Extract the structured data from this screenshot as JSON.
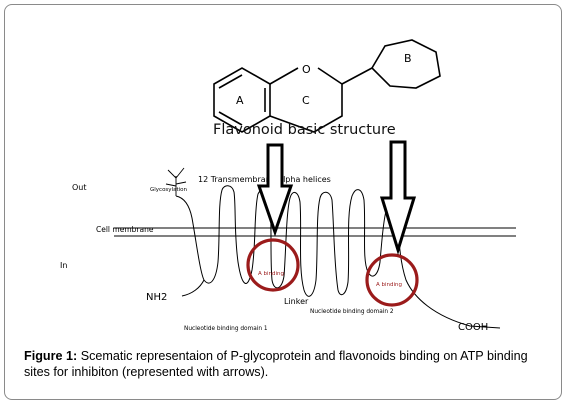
{
  "structure": {
    "title": "Flavonoid basic structure",
    "ring_a": "A",
    "ring_c": "C",
    "ring_b": "B",
    "oxygen": "O"
  },
  "membrane": {
    "out_label": "Out",
    "in_label": "In",
    "cell_membrane_label": "Cell membrane",
    "helices_label": "12 Transmembrane alpha helices",
    "glycosylation_label": "Glycosylation",
    "nh2_label": "NH2",
    "cooh_label": "COOH",
    "linker_label": "Linker",
    "nbd1_label": "Nucleotide binding domain 1",
    "nbd2_label": "Nucleotide binding domain 2",
    "site1_label": "A binding",
    "site2_label": "A binding"
  },
  "caption": {
    "prefix": "Figure 1:",
    "text": "Scematic representaion of P-glycoprotein and flavonoids binding on ATP binding sites for inhibiton (represented with arrows)."
  },
  "colors": {
    "circle": "#9b1b1b",
    "line": "#000000"
  }
}
